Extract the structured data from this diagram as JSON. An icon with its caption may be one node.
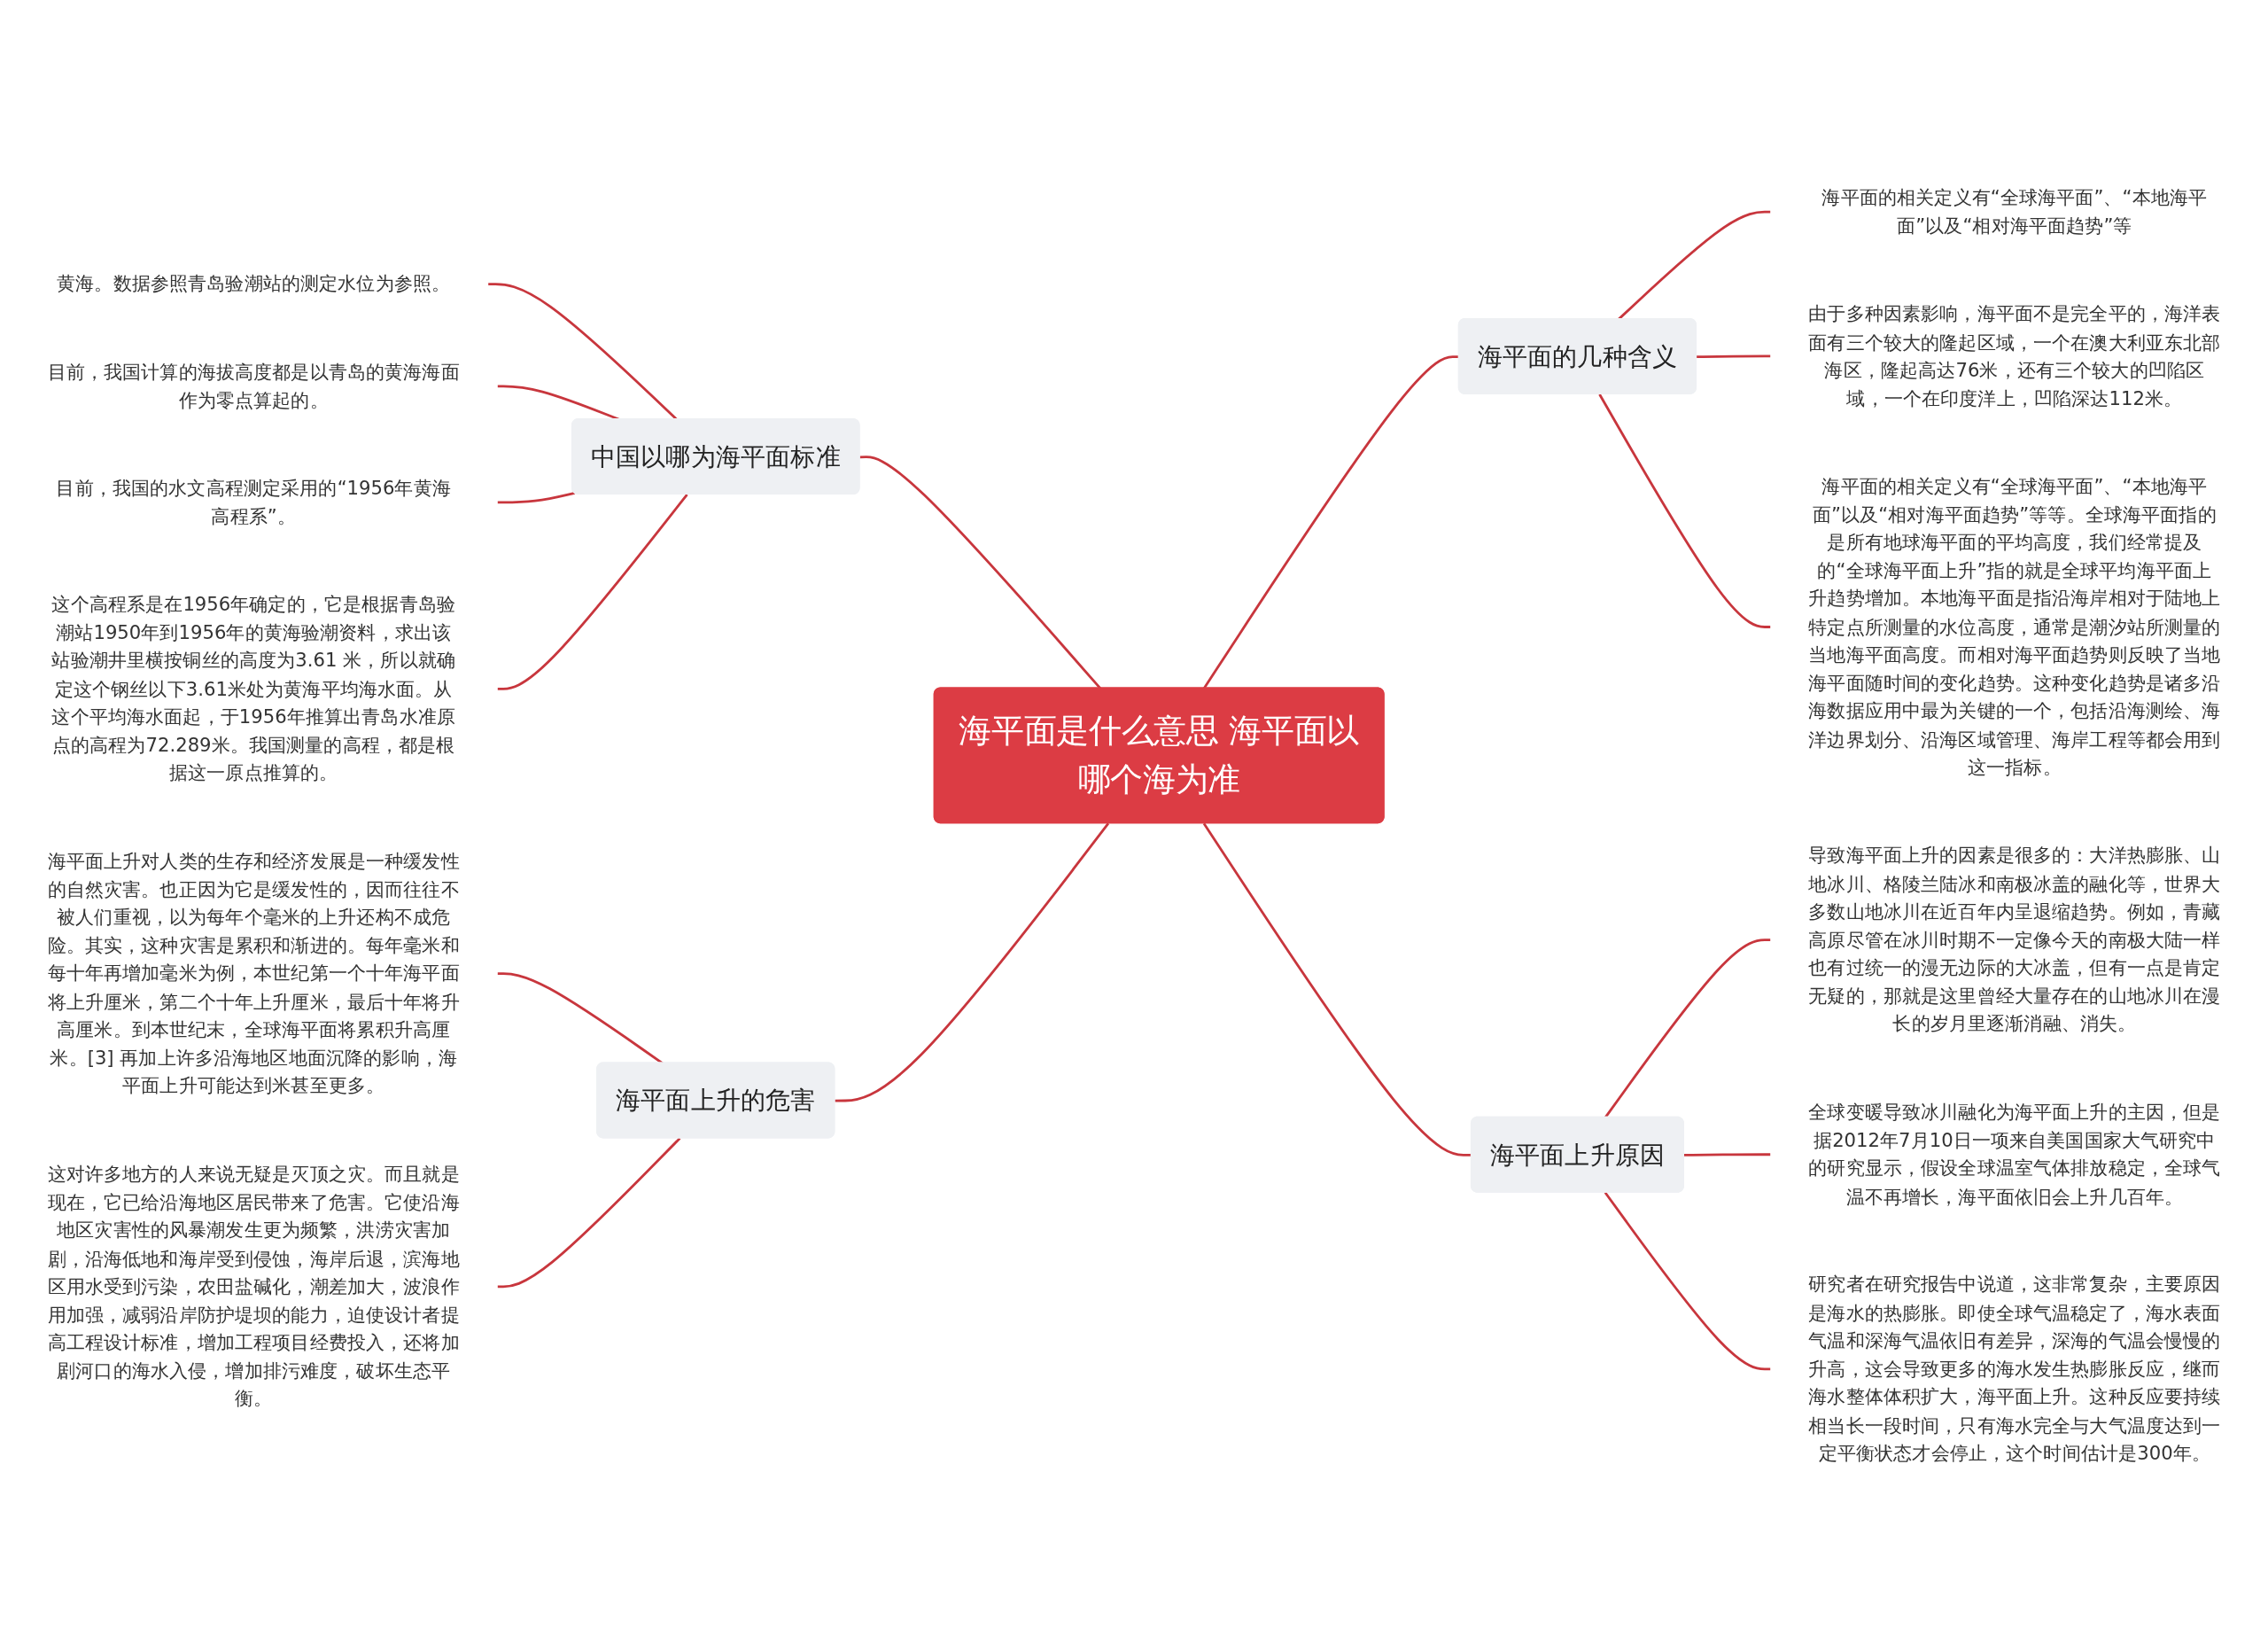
{
  "diagram": {
    "nodes": [
      {
        "text": [
          "海平面是什么意思 海平面以哪个海为准"
        ]
      },
      {
        "text": [
          "中国以哪为海平面标准"
        ]
      },
      {
        "text": [
          "黄海。数据参照青岛验潮站的测定水位为参照。"
        ]
      },
      {
        "text": [
          "目前，我国计算的海拔高度都是以青岛的黄海海面作为零点算起的。"
        ]
      },
      {
        "text": [
          "目前，我国的水文高程测定采用的“1956年黄海高程系”。"
        ]
      },
      {
        "text": [
          "这个高程系是在1956年确定的，它是根据青岛验潮站1950年到1956年的黄海验潮资料，求出该站验潮井里横按铜丝的高度为3.61 米，所以就确定这个钢丝以下3.61米处为黄海平均海水面。从这个平均海水面起，于1956年推算出青岛水准原点的高程为72.289米。我国测量的高程，都是根据这一原点推算的。"
        ]
      },
      {
        "text": [
          "海平面上升的危害"
        ]
      },
      {
        "text": [
          "海平面上升对人类的生存和经济发展是一种缓发性的自然灾害。也正因为它是缓发性的，因而往往不被人们重视，以为每年个毫米的上升还构不成危险。其实，这种灾害是累积和渐进的。每年毫米和每十年再增加毫米为例，本世纪第一个十年海平面将上升厘米，第二个十年上升厘米，最后十年将升高厘米。到本世纪末，全球海平面将累积升高厘米。[3] 再加上许多沿海地区地面沉降的影响，海平面上升可能达到米甚至更多。"
        ]
      },
      {
        "text": [
          "这对许多地方的人来说无疑是灭顶之灾。而且就是现在，它已给沿海地区居民带来了危害。它使沿海地区灾害性的风暴潮发生更为频繁，洪涝灾害加剧，沿海低地和海岸受到侵蚀，海岸后退，滨海地区用水受到污染，农田盐碱化，潮差加大，波浪作用加强，减弱沿岸防护堤坝的能力，迫使设计者提高工程设计标准，增加工程项目经费投入，还将加剧河口的海水入侵，增加排污难度，破坏生态平衡。"
        ]
      },
      {
        "text": [
          "海平面的几种含义"
        ]
      },
      {
        "text": [
          "海平面的相关定义有“全球海平面”、“本地海平面”以及“相对海平面趋势”等"
        ]
      },
      {
        "text": [
          "由于多种因素影响，海平面不是完全平的，海洋表面有三个较大的隆起区域，一个在澳大利亚东北部海区，隆起高达76米，还有三个较大的凹陷区域，一个在印度洋上，凹陷深达112米。"
        ]
      },
      {
        "text": [
          "海平面的相关定义有“全球海平面”、“本地海平面”以及“相对海平面趋势”等等。全球海平面指的是所有地球海平面的平均高度，我们经常提及的“全球海平面上升”指的就是全球平均海平面上升趋势增加。本地海平面是指沿海岸相对于陆地上特定点所测量的水位高度，通常是潮汐站所测量的当地海平面高度。而相对海平面趋势则反映了当地海平面随时间的变化趋势。这种变化趋势是诸多沿海数据应用中最为关键的一个，包括沿海测绘、海洋边界划分、沿海区域管理、海岸工程等都会用到这一指标。"
        ]
      },
      {
        "text": [
          "海平面上升原因"
        ]
      },
      {
        "text": [
          "导致海平面上升的因素是很多的：大洋热膨胀、山地冰川、格陵兰陆冰和南极冰盖的融化等，世界大多数山地冰川在近百年内呈退缩趋势。例如，青藏高原尽管在冰川时期不一定像今天的南极大陆一样也有过统一的漫无边际的大冰盖，但有一点是肯定无疑的，那就是这里曾经大量存在的山地冰川在漫长的岁月里逐渐消融、消失。"
        ]
      },
      {
        "text": [
          "全球变暖导致冰川融化为海平面上升的主因，但是据2012年7月10日一项来自美国国家大气研究中的研究显示，假设全球温室气体排放稳定，全球气温不再增长，海平面依旧会上升几百年。"
        ]
      },
      {
        "text": [
          "研究者在研究报告中说道，这非常复杂，主要原因是海水的热膨胀。即使全球气温稳定了，海水表面气温和深海气温依旧有差异，深海的气温会慢慢的升高，这会导致更多的海水发生热膨胀反应，继而海水整体体积扩大，海平面上升。这种反应要持续相当长一段时间，只有海水完全与大气温度达到一定平衡状态才会停止，这个时间估计是300年。"
        ]
      }
    ],
    "edges": [
      {
        "from": 0,
        "to": 1,
        "arrow": "none"
      },
      {
        "from": 1,
        "to": 2,
        "arrow": "none"
      },
      {
        "from": 1,
        "to": 3,
        "arrow": "none"
      },
      {
        "from": 1,
        "to": 4,
        "arrow": "none"
      },
      {
        "from": 1,
        "to": 5,
        "arrow": "none"
      },
      {
        "from": 0,
        "to": 6,
        "arrow": "none"
      },
      {
        "from": 6,
        "to": 7,
        "arrow": "none"
      },
      {
        "from": 6,
        "to": 8,
        "arrow": "none"
      },
      {
        "from": 0,
        "to": 9,
        "arrow": "none"
      },
      {
        "from": 9,
        "to": 10,
        "arrow": "none"
      },
      {
        "from": 9,
        "to": 11,
        "arrow": "none"
      },
      {
        "from": 9,
        "to": 12,
        "arrow": "none"
      },
      {
        "from": 0,
        "to": 13,
        "arrow": "none"
      },
      {
        "from": 13,
        "to": 14,
        "arrow": "none"
      },
      {
        "from": 13,
        "to": 15,
        "arrow": "none"
      },
      {
        "from": 13,
        "to": 16,
        "arrow": "none"
      }
    ]
  }
}
